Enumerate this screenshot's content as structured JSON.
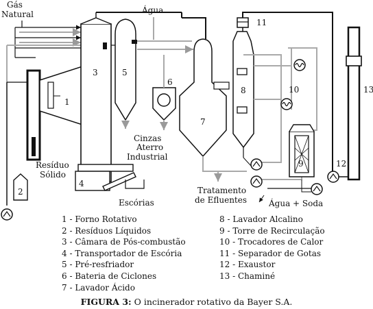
{
  "labels": {
    "gas_natural": [
      "Gás",
      "Natural"
    ],
    "agua_top": "Água",
    "residuo_solido": [
      "Resíduo",
      "Sólido"
    ],
    "cinzas": [
      "Cinzas",
      "Aterro",
      "Industrial"
    ],
    "escorias": "Escórias",
    "tratamento": [
      "Tratamento",
      "de Efluentes"
    ],
    "agua_soda": "Água + Soda"
  },
  "numbers": [
    "1",
    "2",
    "3",
    "4",
    "5",
    "6",
    "7",
    "8",
    "9",
    "10",
    "11",
    "12",
    "13"
  ],
  "legend_left": [
    "1 - Forno Rotativo",
    "2 - Resíduos Líquidos",
    "3 - Câmara de Pós-combustão",
    "4 - Transportador de Escória",
    "5 - Pré-resfriador",
    "6 - Bateria de Ciclones",
    "7 - Lavador Ácido"
  ],
  "legend_right": [
    "8 - Lavador Alcalino",
    "9 - Torre de Recirculação",
    "10 - Trocadores de Calor",
    "11 - Separador de Gotas",
    "12 - Exaustor",
    "13 - Chaminé"
  ],
  "caption": {
    "bold": "FIGURA 3:",
    "text": " O incinerador rotativo da Bayer S.A."
  },
  "colors": {
    "line": "#111111",
    "gray": "#a9a9a9"
  }
}
